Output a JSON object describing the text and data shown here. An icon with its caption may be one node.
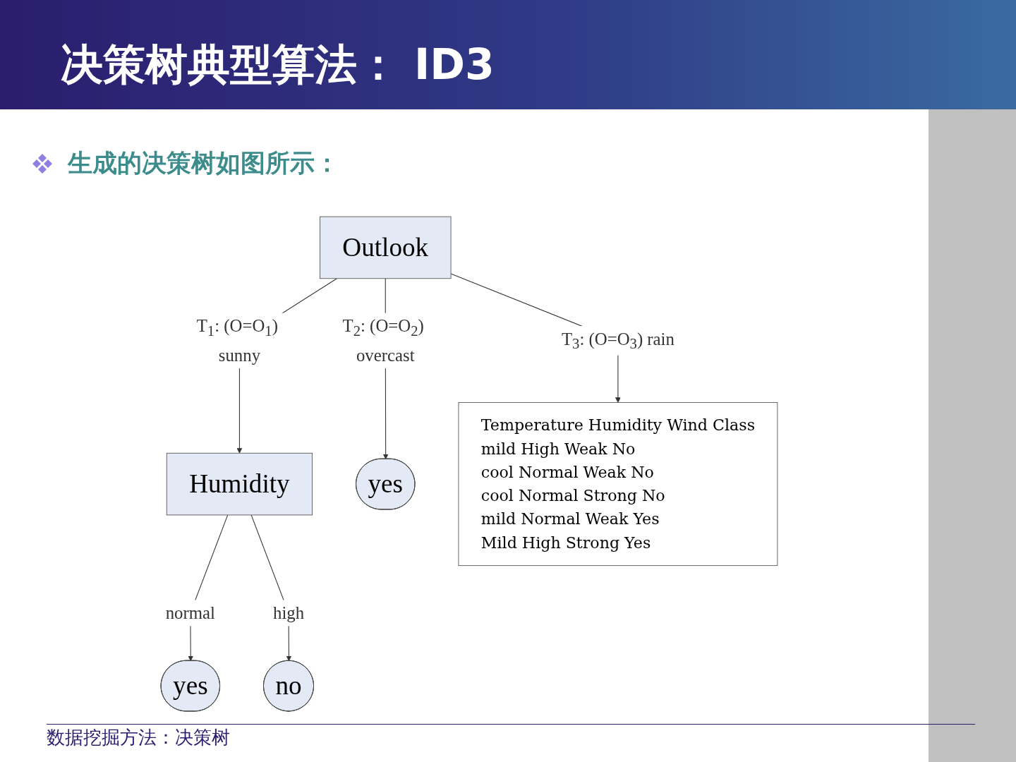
{
  "diagram": {
    "title": "决策树典型算法： ID3",
    "nodes": [
      {
        "text": [
          "Outlook"
        ]
      },
      {
        "text": [
          "Humidity"
        ]
      },
      {
        "text": [
          "yes"
        ]
      },
      {
        "text": [
          "Temperature Humidity Wind Class",
          "mild High Weak No",
          "cool Normal Weak No",
          "cool Normal Strong No",
          "mild Normal Weak Yes",
          "Mild High Strong Yes"
        ]
      },
      {
        "text": [
          "yes"
        ]
      },
      {
        "text": [
          "no"
        ]
      }
    ],
    "edges": [
      {
        "from": 0,
        "to": 1,
        "arrow": "to",
        "label": "T$_{1}$: (O=O$_{1}$) sunny"
      },
      {
        "from": 0,
        "to": 2,
        "arrow": "to",
        "label": "T$_{2}$: (O=O$_{2}$) overcast"
      },
      {
        "from": 0,
        "to": 3,
        "arrow": "to",
        "label": "T$_{3}$: (O=O$_{3}$) rain"
      },
      {
        "from": 1,
        "to": 4,
        "arrow": "to",
        "label": "normal"
      },
      {
        "from": 1,
        "to": 5,
        "arrow": "to",
        "label": "high"
      }
    ],
    "labels": [
      "生成的决策树如图所示：",
      "数据挖掘方法：决策树"
    ]
  }
}
